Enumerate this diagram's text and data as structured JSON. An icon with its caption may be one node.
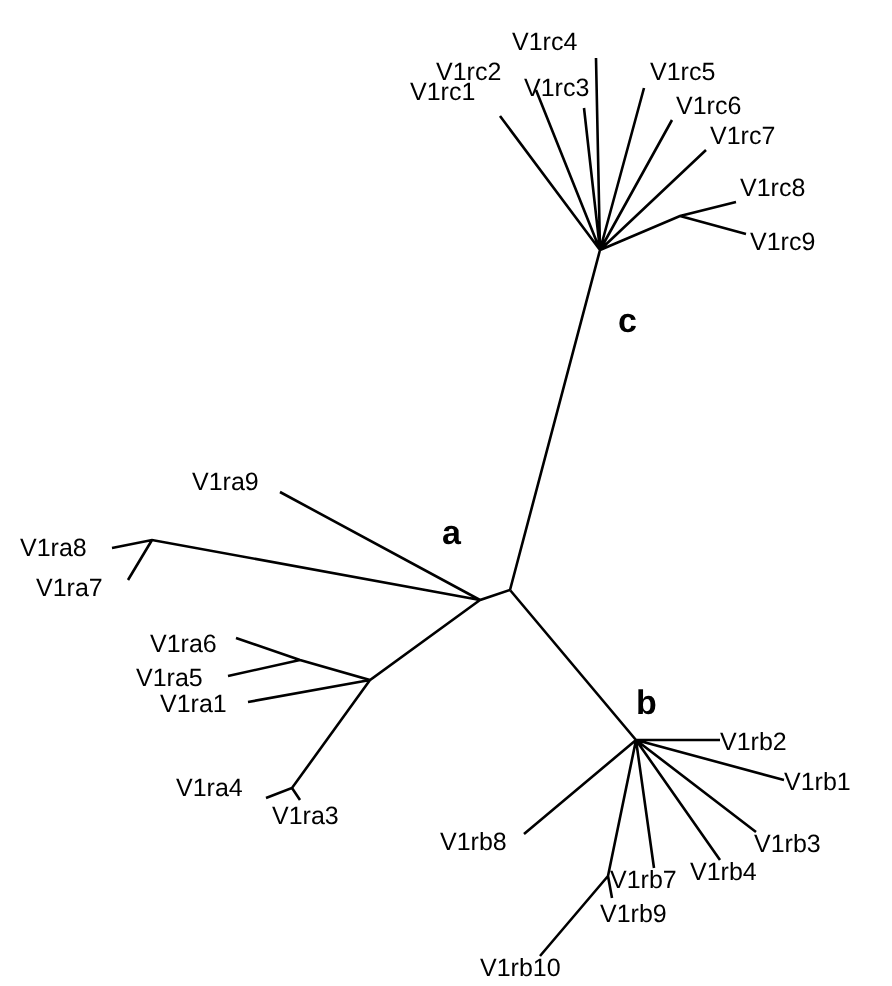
{
  "diagram": {
    "labels": [
      "V1rc4",
      "V1rc2",
      "V1rc3",
      "V1rc1",
      "V1rc5",
      "V1rc6",
      "V1rc7",
      "V1rc8",
      "V1rc9",
      "c",
      "V1ra9",
      "a",
      "V1ra8",
      "V1ra7",
      "V1ra6",
      "V1ra5",
      "b",
      "V1ra1",
      "V1rb2",
      "V1rb1",
      "V1ra4",
      "V1ra3",
      "V1rb8",
      "V1rb3",
      "V1rb4",
      "V1rb7",
      "V1rb9",
      "V1rb10"
    ]
  }
}
